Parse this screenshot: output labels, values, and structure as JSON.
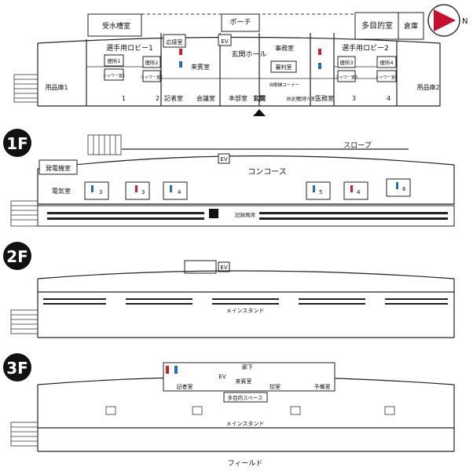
{
  "floors": {
    "f1": {
      "label": "1F"
    },
    "f2": {
      "label": "2F"
    },
    "f3": {
      "label": "3F"
    }
  },
  "compass": {
    "letter": "N"
  },
  "ground": {
    "rooms": {
      "water_room": "受水槽室",
      "porch": "ポーチ",
      "multi_room": "多目的室",
      "storage": "倉庫",
      "reception": "応接室",
      "ev": "EV",
      "hall": "玄関ホール",
      "office": "事務室",
      "lobby1": "選手用ロビー1",
      "lobby2": "選手用ロビー2",
      "toilet1": "便所1",
      "toilet2": "便所2",
      "toilet3": "便所3",
      "toilet4": "便所4",
      "shower1": "シャワー室1",
      "shower2": "シャワー室2",
      "shower3": "シャワー室3",
      "shower4": "シャワー室4",
      "guest": "来賓室",
      "judge": "審判室",
      "storage1": "用品庫1",
      "storage2": "用品庫2",
      "press": "記者室",
      "meeting": "会議室",
      "hq": "本部室",
      "entrance": "玄関",
      "medical": "医務室",
      "corner": "自販機コーナー",
      "broadcast": "放送室",
      "mgmt": "管理人室",
      "locker_nums": [
        "1",
        "2",
        "3",
        "4"
      ]
    }
  },
  "first": {
    "slope": "スロープ",
    "concourse": "コンコース",
    "generator": "発電機室",
    "electrical": "電気室",
    "ev": "EV",
    "press_seats": "記録員席",
    "toilets": [
      "3",
      "3",
      "4",
      "5",
      "4",
      "6"
    ]
  },
  "second": {
    "ev": "EV",
    "stand": "メインスタンド"
  },
  "third": {
    "corridor": "廊下",
    "ev": "EV",
    "press": "記者室",
    "guest": "来賓室",
    "control": "控室",
    "standby": "予備室",
    "multi": "多目的スペース",
    "stand": "メインスタンド",
    "field": "フィールド"
  },
  "colors": {
    "brand_red": "#c8102e",
    "male": "#1f6fc1",
    "female": "#d0202e"
  }
}
